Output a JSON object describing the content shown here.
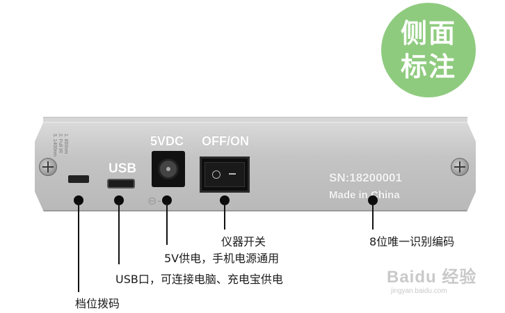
{
  "badge": {
    "line1": "侧面",
    "line2": "标注"
  },
  "panel": {
    "label_5vdc": "5VDC",
    "label_offon": "OFF/ON",
    "label_usb": "USB",
    "dip_text": "1. 850nm\n2. Full IR\n3. 1400nm",
    "polarity": "⊖-⊕",
    "sn": "SN:18200001",
    "made": "Made in China"
  },
  "callouts": {
    "dip": "档位拨码",
    "usb": "USB口，可连接电脑、充电宝供电",
    "power": "5V供电，手机电源通用",
    "switch": "仪器开关",
    "serial": "8位唯一识别编码"
  },
  "watermark": {
    "logo": "Baidu 经验",
    "url": "jingyan.baidu.com"
  },
  "colors": {
    "badge": "#8fcb7f",
    "panel": "#c4c4c4",
    "text": "#1a1a1a"
  }
}
